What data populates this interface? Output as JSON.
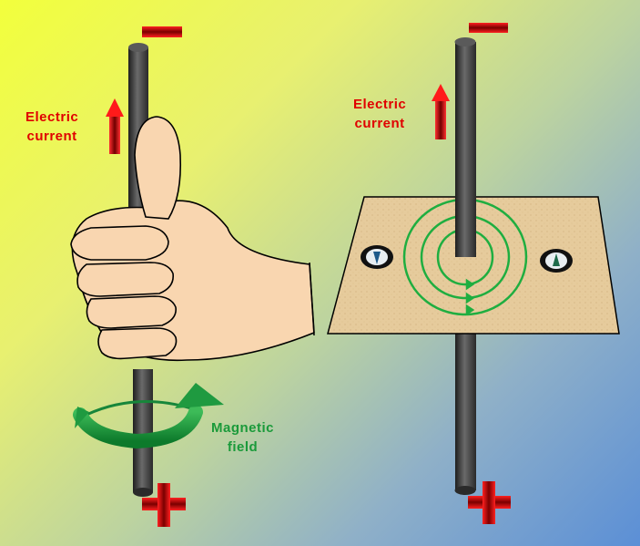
{
  "labels": {
    "electric_current_left": [
      "Electric",
      "current"
    ],
    "electric_current_right": [
      "Electric",
      "current"
    ],
    "magnetic_field": [
      "Magnetic",
      "field"
    ]
  },
  "colors": {
    "current_red": "#e00000",
    "field_green": "#1a9a3a",
    "rod_dark": "#3a3a3a",
    "skin": "#f9d6b0",
    "board": "#e3c79a"
  },
  "icons": {
    "negative_terminal": "minus-sign-icon",
    "positive_terminal": "plus-sign-icon",
    "current_direction": "up-arrow-icon",
    "compass": "compass-icon"
  }
}
